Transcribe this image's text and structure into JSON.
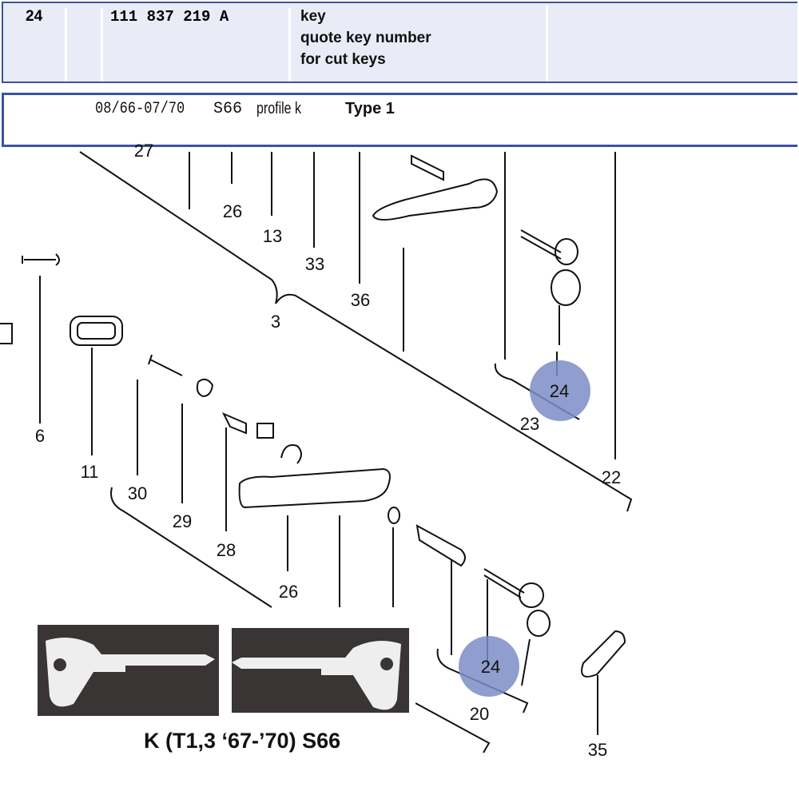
{
  "table_row": {
    "item": "24",
    "part_number": "111 837 219 A",
    "description": [
      "key",
      "quote key number",
      "for cut keys"
    ]
  },
  "note_row": {
    "date_range": "08/66-07/70",
    "code": "S66",
    "profile": "profile k",
    "type": "Type 1"
  },
  "diagram": {
    "labels": [
      "27",
      "26",
      "13",
      "33",
      "36",
      "3",
      "6",
      "11",
      "30",
      "29",
      "28",
      "26",
      "23",
      "22",
      "20",
      "35"
    ],
    "highlighted": [
      "24",
      "24"
    ],
    "highlight_color": "#7b8dc6"
  },
  "photos": {
    "caption": "K (T1,3 ‘67-’70)  S66"
  }
}
